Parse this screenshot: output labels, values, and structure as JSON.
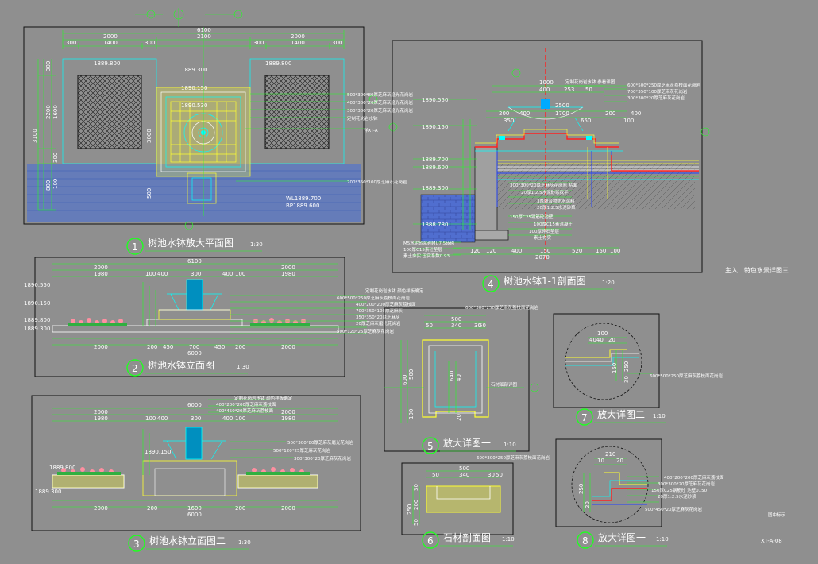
{
  "views": [
    {
      "num": "1",
      "title": "树池水钵放大平面图",
      "scale": "1:30"
    },
    {
      "num": "2",
      "title": "树池水钵立面图一",
      "scale": "1:30"
    },
    {
      "num": "3",
      "title": "树池水钵立面图二",
      "scale": "1:30"
    },
    {
      "num": "4",
      "title": "树池水钵1-1剖面图",
      "scale": "1:20"
    },
    {
      "num": "5",
      "title": "放大详图一",
      "scale": "1:10"
    },
    {
      "num": "6",
      "title": "石材剖面图",
      "scale": "1:10"
    },
    {
      "num": "7",
      "title": "放大详图二",
      "scale": "1:10"
    },
    {
      "num": "8",
      "title": "放大详图一",
      "scale": "1:10"
    }
  ],
  "side_title": "主入口特色水景详图三",
  "drawing_code": "XT-A-08",
  "small_note": "图中标示",
  "plan": {
    "overall": "6100",
    "top_dims": [
      "2000",
      "2100",
      "2000"
    ],
    "sub_dims": [
      "300",
      "1400",
      "300",
      "300",
      "1400",
      "300"
    ],
    "left_dims": [
      "3100",
      "300",
      "2200",
      "1600",
      "300",
      "800",
      "100"
    ],
    "elev_labels": [
      "1889.800",
      "1889.300",
      "1890.150",
      "1890.530",
      "1889.800"
    ],
    "water_level": "WL1889.700",
    "bottom_level": "BP1889.600",
    "callouts": [
      "500*300*80厚芝麻灰磨光花岗岩",
      "400*300*20厚芝麻灰磨光花岗岩",
      "300*300*20厚芝麻灰磨光花岗岩",
      "定制花岗岩水钵",
      "详XT-A",
      "700*350*100厚芝麻灰花岗岩"
    ],
    "dims_right": [
      "3000",
      "500"
    ]
  },
  "elev1": {
    "overall": "6100",
    "top_dims": [
      "2000",
      "2000"
    ],
    "sub_dims": [
      "1980",
      "100",
      "400",
      "300",
      "400",
      "100",
      "1980"
    ],
    "bottom_dims": [
      "2000",
      "200",
      "450",
      "700",
      "450",
      "200",
      "2000"
    ],
    "bottom_total": "6000",
    "levels": [
      "1890.550",
      "1890.150",
      "1889.800",
      "1889.300"
    ],
    "callouts": [
      "定制花岗岩水钵 颜色样板确定",
      "600*500*250厚芝麻灰荔枝面花岗岩",
      "400*200*200厚芝麻灰荔枝面",
      "700*350*100厚芝麻灰",
      "350*350*20厚芝麻灰",
      "20厚芝麻灰磨光花岗岩",
      "500*120*25厚芝麻灰花岗岩"
    ]
  },
  "elev2": {
    "overall": "6000",
    "top_dims": [
      "2000",
      "2000"
    ],
    "sub_dims": [
      "1980",
      "100",
      "400",
      "300",
      "400",
      "100",
      "1980"
    ],
    "bottom_dims": [
      "2000",
      "200",
      "1600",
      "200",
      "2000"
    ],
    "bottom_total": "6000",
    "levels": [
      "1889.800",
      "1889.300",
      "1890.150"
    ],
    "callouts": [
      "定制花岗岩水钵 颜色样板确定",
      "400*200*200厚芝麻灰荔枝面",
      "400*450*20厚芝麻灰荔枝面",
      "500*300*80厚芝麻灰磨光花岗岩",
      "500*120*25厚芝麻灰花岗岩",
      "300*300*20厚芝麻灰花岗岩"
    ]
  },
  "section": {
    "top_dims": [
      "1000",
      "400",
      "253",
      "50",
      "2500",
      "1700",
      "200",
      "400",
      "200",
      "400",
      "350",
      "650",
      "100"
    ],
    "levels": [
      "1890.550",
      "1890.150",
      "1889.700",
      "1889.600",
      "1889.300",
      "1888.780"
    ],
    "bottom_dims": [
      "120",
      "120",
      "400",
      "150",
      "520",
      "150",
      "100"
    ],
    "bottom_total": "2070",
    "callouts": [
      "定制花岗岩水钵 参看详图",
      "600*500*250厚芝麻灰荔枝面花岗岩",
      "700*350*100厚芝麻灰花岗岩",
      "300*300*20厚芝麻灰花岗岩",
      "300*300*20厚芝麻灰花岗岩 贴面",
      "20厚1:2.5水泥砂浆找平",
      "3厚聚合物防水涂料",
      "20厚1:2.5水泥砂浆",
      "150厚C25钢筋砼池壁",
      "100厚C15素混凝土",
      "100厚碎石垫层",
      "素土夯实",
      "M5水泥砂浆砌MU7.5砖砌",
      "100厚C15素砼垫层",
      "素土夯实 压实系数0.93"
    ]
  },
  "detail5": {
    "top_dims": [
      "600*300*250厚芝麻灰荔枝面花岗岩",
      "500",
      "50",
      "340",
      "30",
      "50"
    ],
    "left_dims": [
      "600",
      "500",
      "100"
    ],
    "inner": [
      "640",
      "40",
      "20"
    ],
    "callout": "石材细部详图"
  },
  "stone": {
    "top": "600*300*250厚芝麻灰荔枝面花岗岩",
    "dims": [
      "500",
      "50",
      "340",
      "30",
      "50",
      "250",
      "50",
      "30",
      "200"
    ]
  },
  "detail7": {
    "dims": [
      "100",
      "4040",
      "20",
      "150",
      "250",
      "30"
    ],
    "callout": "600*500*250厚芝麻灰荔枝面花岗岩"
  },
  "detail8": {
    "dims": [
      "210",
      "10",
      "20",
      "250",
      "20"
    ],
    "callouts": [
      "400*200*200厚芝麻灰荔枝面",
      "300*300*20厚芝麻灰花岗岩",
      "150厚C25钢筋砼 池壁0150",
      "20厚1:2.5水泥砂浆",
      "500*450*20厚芝麻灰花岗岩"
    ]
  },
  "colors": {
    "background": "#8f8f8f",
    "green": "#20ff20",
    "cyan": "#00ffff",
    "yellow": "#ffff30",
    "red": "#ff2020",
    "blue": "#2040ff",
    "pink": "#ff8fa0"
  }
}
